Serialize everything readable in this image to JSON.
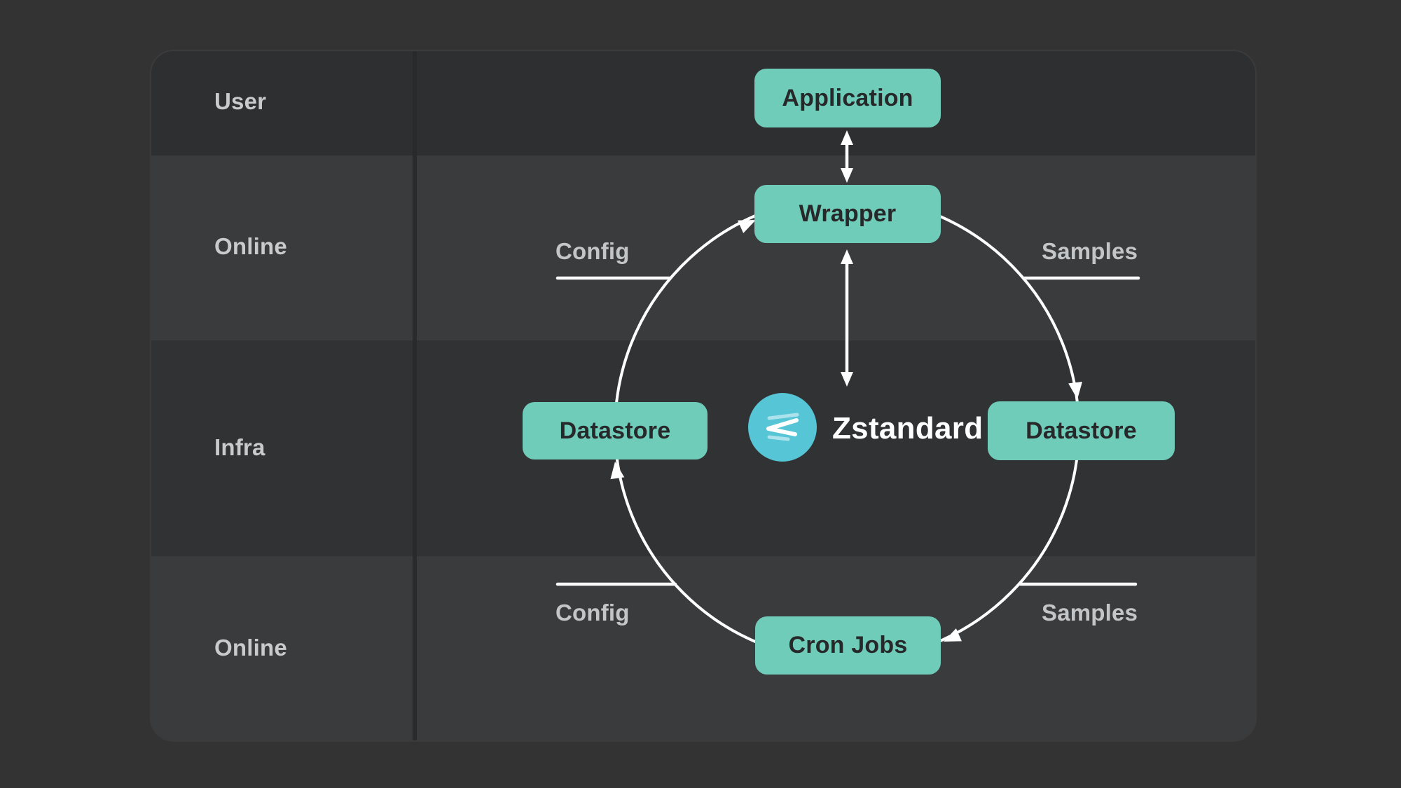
{
  "diagram": {
    "rows": [
      {
        "label": "User"
      },
      {
        "label": "Online"
      },
      {
        "label": "Infra"
      },
      {
        "label": "Online"
      }
    ],
    "nodes": {
      "application": "Application",
      "wrapper": "Wrapper",
      "datastore_left": "Datastore",
      "datastore_right": "Datastore",
      "cron_jobs": "Cron Jobs"
    },
    "edge_labels": {
      "config_top": "Config",
      "samples_top": "Samples",
      "config_bottom": "Config",
      "samples_bottom": "Samples"
    },
    "center": {
      "label": "Zstandard",
      "logo_icon": "zstandard-scribble-icon"
    },
    "colors": {
      "page_bg": "#333334",
      "row_dark": "#2e2f30",
      "row_light": "#3a3b3c",
      "divider": "#292a2b",
      "node_fill": "#6fccb9",
      "node_text": "#27282a",
      "logo_circle": "#56c5d6",
      "arrow": "#ffffff",
      "label_text": "#c3c6c8"
    }
  }
}
